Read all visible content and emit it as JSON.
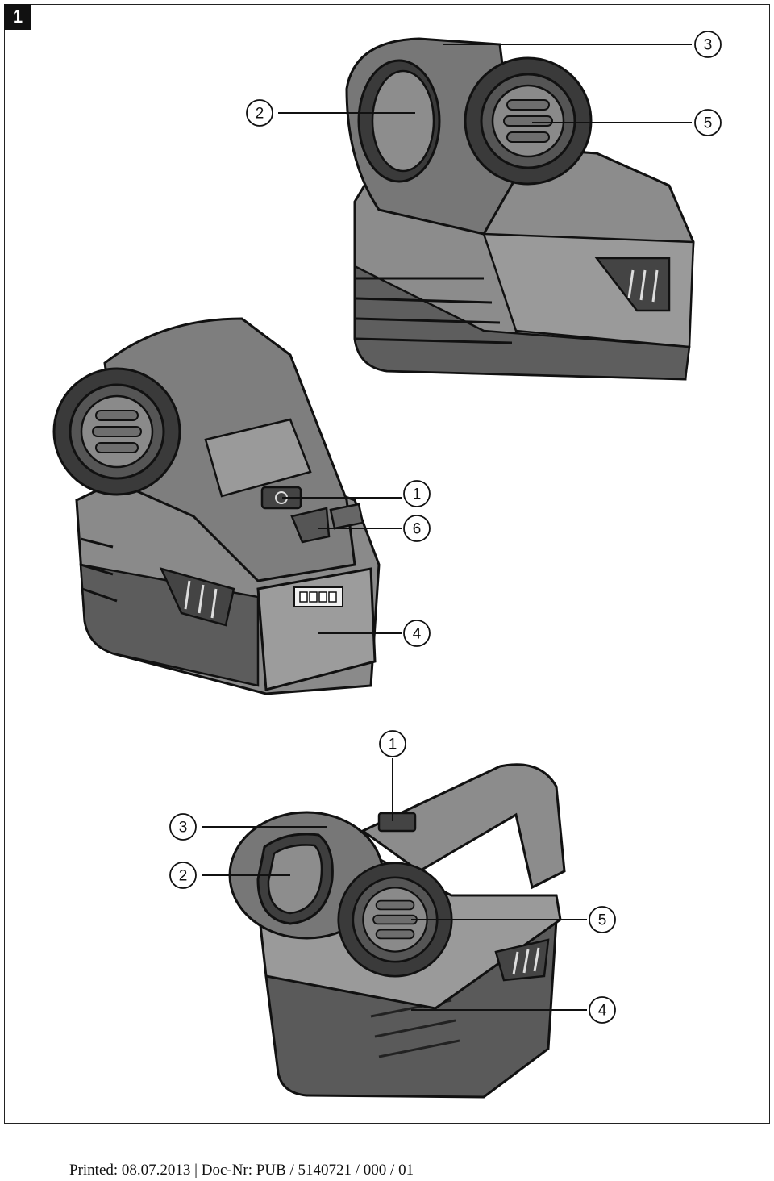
{
  "figure": {
    "number": "1"
  },
  "callouts": {
    "top": [
      "3",
      "2",
      "5"
    ],
    "middle": [
      "1",
      "6",
      "4"
    ],
    "bottom": [
      "1",
      "3",
      "2",
      "5",
      "4"
    ]
  },
  "footer": {
    "text": "Printed: 08.07.2013 | Doc-Nr: PUB / 5140721 / 000 / 01"
  }
}
